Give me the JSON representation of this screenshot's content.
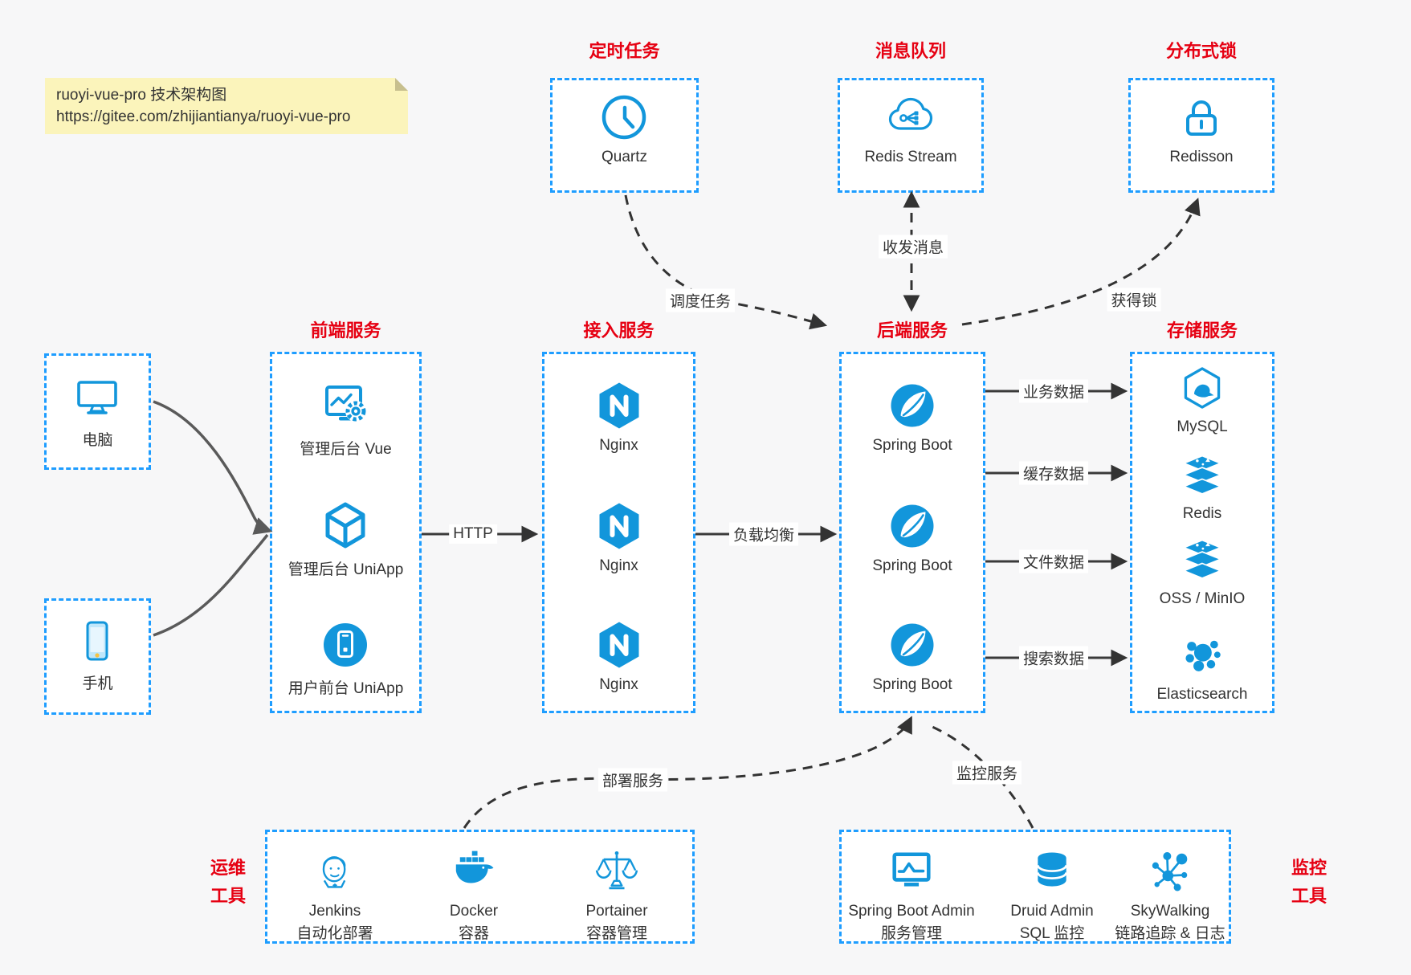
{
  "colors": {
    "canvas_bg": "#f7f7f8",
    "border_blue": "#1e9dff",
    "icon_blue": "#1296db",
    "title_red": "#e60012",
    "arrow_dark": "#3a3a3a",
    "note_bg": "#fbf4bb"
  },
  "note": {
    "line1": "ruoyi-vue-pro 技术架构图",
    "line2": "https://gitee.com/zhijiantianya/ruoyi-vue-pro"
  },
  "top_groups": {
    "scheduler": {
      "title": "定时任务",
      "item": "Quartz"
    },
    "mq": {
      "title": "消息队列",
      "item": "Redis Stream"
    },
    "lock": {
      "title": "分布式锁",
      "item": "Redisson"
    }
  },
  "clients": {
    "pc": "电脑",
    "phone": "手机"
  },
  "columns": {
    "frontend": {
      "title": "前端服务",
      "items": [
        "管理后台 Vue",
        "管理后台 UniApp",
        "用户前台 UniApp"
      ]
    },
    "access": {
      "title": "接入服务",
      "items": [
        "Nginx",
        "Nginx",
        "Nginx"
      ]
    },
    "backend": {
      "title": "后端服务",
      "items": [
        "Spring Boot",
        "Spring Boot",
        "Spring Boot"
      ]
    },
    "storage": {
      "title": "存储服务",
      "items": [
        "MySQL",
        "Redis",
        "OSS / MinIO",
        "Elasticsearch"
      ]
    }
  },
  "bottom_groups": {
    "ops": {
      "label_line1": "运维",
      "label_line2": "工具",
      "items": [
        {
          "name": "Jenkins",
          "desc": "自动化部署"
        },
        {
          "name": "Docker",
          "desc": "容器"
        },
        {
          "name": "Portainer",
          "desc": "容器管理"
        }
      ]
    },
    "monitor": {
      "label_line1": "监控",
      "label_line2": "工具",
      "items": [
        {
          "name": "Spring Boot Admin",
          "desc": "服务管理"
        },
        {
          "name": "Druid Admin",
          "desc": "SQL 监控"
        },
        {
          "name": "SkyWalking",
          "desc": "链路追踪 & 日志"
        }
      ]
    }
  },
  "edges": {
    "http": "HTTP",
    "load_balance": "负载均衡",
    "schedule": "调度任务",
    "message": "收发消息",
    "acquire_lock": "获得锁",
    "biz_data": "业务数据",
    "cache_data": "缓存数据",
    "file_data": "文件数据",
    "search_data": "搜索数据",
    "deploy": "部署服务",
    "monitor": "监控服务"
  }
}
